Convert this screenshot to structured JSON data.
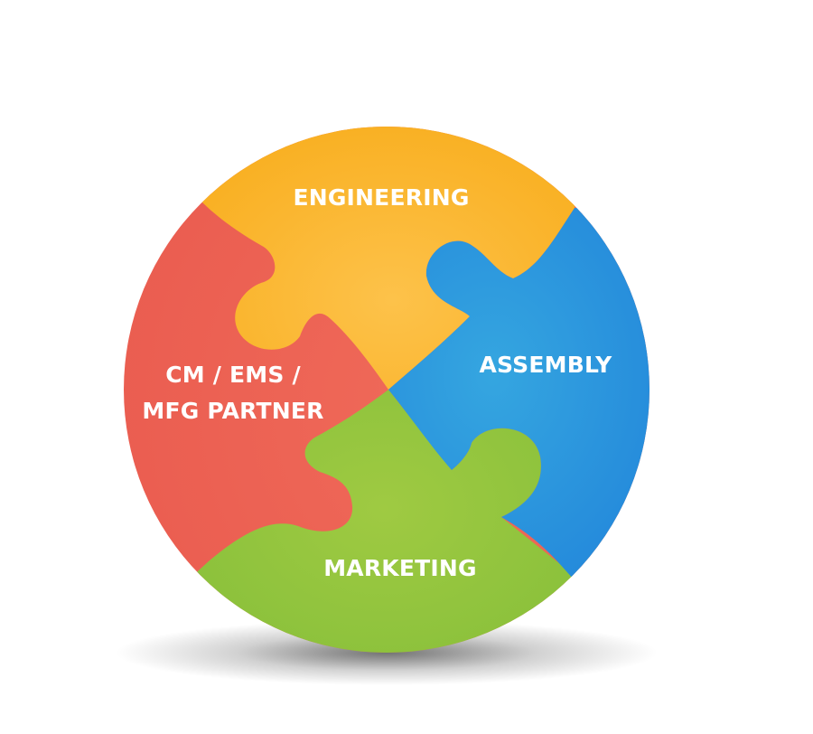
{
  "pieces": {
    "engineering": {
      "label": "ENGINEERING",
      "color_light": "#FDC24A",
      "color_dark": "#F8AD1C"
    },
    "assembly": {
      "label": "ASSEMBLY",
      "color_light": "#35A6E0",
      "color_dark": "#2184DA"
    },
    "marketing": {
      "label": "MARKETING",
      "color_light": "#9FCA42",
      "color_dark": "#86BF3A"
    },
    "partner": {
      "label_line1": "CM / EMS /",
      "label_line2": "MFG PARTNER",
      "color_light": "#F06B5A",
      "color_dark": "#E95A4E"
    }
  }
}
